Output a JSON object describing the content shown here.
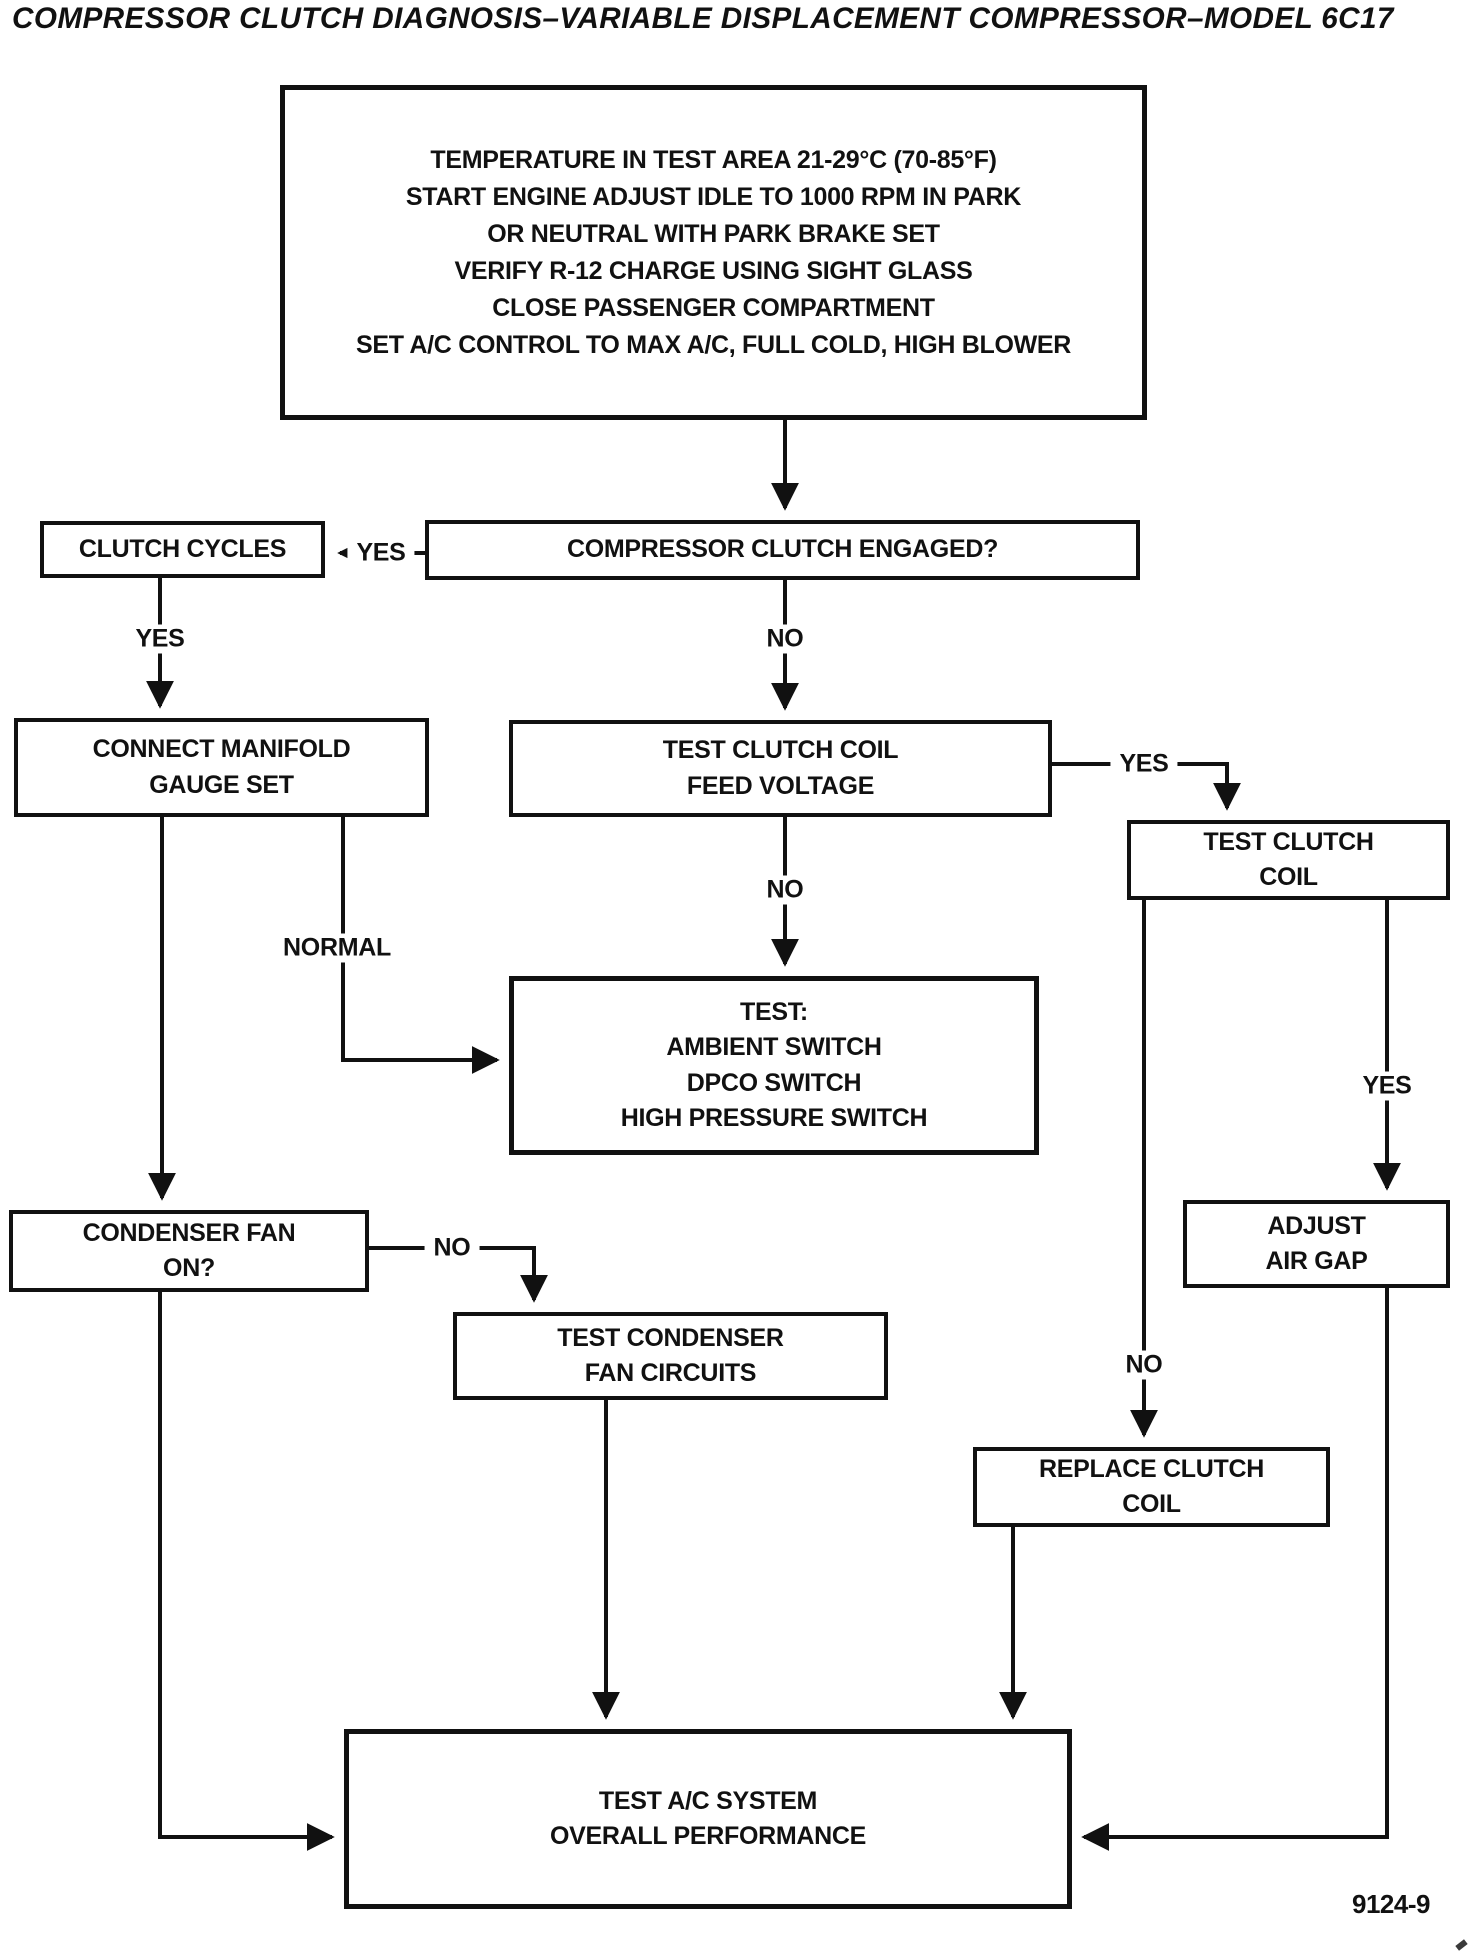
{
  "title": "COMPRESSOR CLUTCH DIAGNOSIS–VARIABLE DISPLACEMENT COMPRESSOR–MODEL 6C17",
  "figure_number": "9124-9",
  "colors": {
    "ink": "#111111",
    "background": "#ffffff"
  },
  "chart_type": "flowchart",
  "nodes": {
    "setup": {
      "text": "TEMPERATURE IN TEST AREA 21-29°C (70-85°F)\nSTART ENGINE ADJUST IDLE TO 1000 RPM IN PARK\nOR NEUTRAL WITH PARK BRAKE SET\nVERIFY R-12 CHARGE USING SIGHT GLASS\nCLOSE PASSENGER COMPARTMENT\nSET A/C CONTROL TO MAX A/C, FULL COLD, HIGH BLOWER"
    },
    "clutch_cycles": {
      "text": "CLUTCH CYCLES"
    },
    "compressor_clutch_engaged": {
      "text": "COMPRESSOR CLUTCH ENGAGED?"
    },
    "connect_manifold": {
      "text": "CONNECT MANIFOLD\nGAUGE SET"
    },
    "test_clutch_coil_feed_voltage": {
      "text": "TEST CLUTCH COIL\nFEED VOLTAGE"
    },
    "test_clutch_coil": {
      "text": "TEST CLUTCH\nCOIL"
    },
    "test_switches": {
      "text": "TEST:\nAMBIENT SWITCH\nDPCO SWITCH\nHIGH PRESSURE SWITCH"
    },
    "condenser_fan_on": {
      "text": "CONDENSER FAN\nON?"
    },
    "test_condenser_fan_circuits": {
      "text": "TEST CONDENSER\nFAN CIRCUITS"
    },
    "adjust_air_gap": {
      "text": "ADJUST\nAIR GAP"
    },
    "replace_clutch_coil": {
      "text": "REPLACE CLUTCH\nCOIL"
    },
    "test_ac_system": {
      "text": "TEST A/C SYSTEM\nOVERALL PERFORMANCE"
    }
  },
  "edge_labels": {
    "engaged_yes": "YES",
    "cycles_yes": "YES",
    "engaged_no": "NO",
    "feed_yes": "YES",
    "feed_no": "NO",
    "normal": "NORMAL",
    "coil_yes": "YES",
    "coil_no": "NO",
    "fan_no": "NO"
  }
}
